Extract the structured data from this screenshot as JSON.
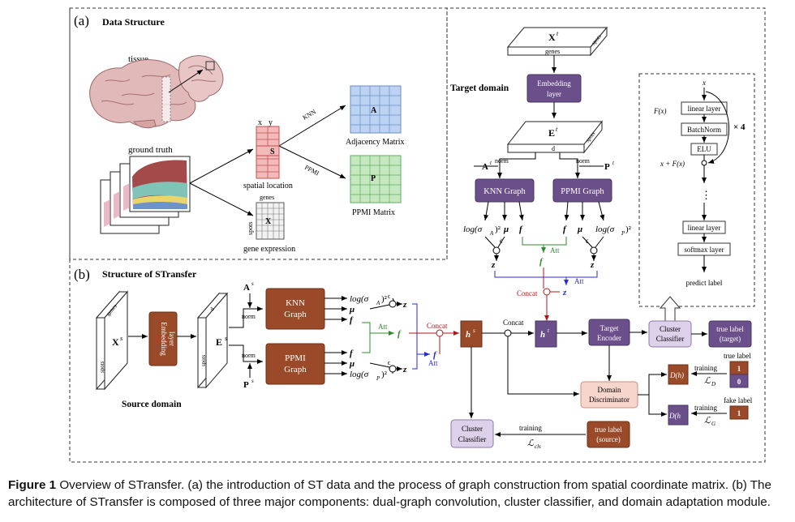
{
  "panel_a": {
    "tag": "(a)",
    "title": "Data Structure",
    "tissue_label": "tissue",
    "ground_truth_label": "ground truth",
    "spatial_cols": [
      "x",
      "y"
    ],
    "spatial_center": "S",
    "spatial_caption": "spatial location",
    "genes_label": "genes",
    "spots_label": "spots",
    "expr_center": "X",
    "expr_caption": "gene expression",
    "knn_label": "KNN",
    "ppmi_label": "PPMI",
    "adj_center": "A",
    "adj_caption": "Adjacency Matrix",
    "ppmi_center": "P",
    "ppmi_caption": "PPMI Matrix"
  },
  "target": {
    "title": "Target domain",
    "xt": "X",
    "xt_sup": "t",
    "spots": "spots",
    "genes": "genes",
    "embedding": [
      "Embedding",
      "layer"
    ],
    "et": "E",
    "et_sup": "t",
    "d": "d",
    "norm": "norm",
    "at": "A",
    "pt": "P",
    "knn_graph": "KNN Graph",
    "ppmi_graph": "PPMI Graph",
    "log_a": "log(σ",
    "mu_a": "μ",
    "f_a": "f",
    "log_p": "log(σ",
    "mu_p": "μ",
    "f_p": "f",
    "eps": "ϵ",
    "za": "z",
    "zp": "z",
    "att": "Att",
    "ft": "f",
    "concat": "Concat",
    "zt": "z"
  },
  "mlp": {
    "x": "x",
    "fx": "F(x)",
    "layer1": "linear layer",
    "batchnorm": "BatchNorm",
    "elu": "ELU",
    "times": "× 4",
    "sum": "x + F(x)",
    "dots": "⋮",
    "layer2": "linear layer",
    "softmax": "softmax layer",
    "predict": "predict label"
  },
  "panel_b": {
    "tag": "(b)",
    "title": "Structure of STransfer",
    "xs": "X",
    "xs_sup": "s",
    "genes": "genes",
    "spots": "spots",
    "embedding": [
      "Embedding",
      "layer"
    ],
    "es": "E",
    "d": "d",
    "as": "A",
    "ps": "P",
    "norm": "norm",
    "knn": [
      "KNN",
      "Graph"
    ],
    "ppmi": [
      "PPMI",
      "Graph"
    ],
    "att": "Att",
    "fs": "f",
    "concat": "Concat",
    "hs": "h",
    "ht": "h",
    "target_encoder": [
      "Target",
      "Encoder"
    ],
    "cluster_classifier": [
      "Cluster",
      "Classifier"
    ],
    "true_label_target": [
      "true label",
      "(target)"
    ],
    "domain_disc": [
      "Domain",
      "Discriminator"
    ],
    "dh": "D(h)",
    "dht": "D(h",
    "training": "training",
    "ld": "ℒ",
    "lg": "ℒ",
    "true_label": "true label",
    "fake_label": "fake label",
    "one": "1",
    "zero": "0",
    "cluster_classifier_bottom": [
      "Cluster",
      "Classifier"
    ],
    "true_label_source": [
      "true label",
      "(source)"
    ],
    "lcls": "ℒ",
    "source_domain": "Source domain"
  },
  "caption": {
    "label": "Figure 1",
    "text": "Overview of STransfer. (a) the introduction of ST data and the process of graph construction from spatial coordinate matrix. (b) The architecture of STransfer is composed of three major components: dual-graph convolution, cluster classifier, and domain adaptation module."
  },
  "colors": {
    "purple": "#6b4f8a",
    "brown": "#9a4a28",
    "lavender": "#ddd0ea",
    "pink": "#f6d6cc",
    "green": "#2e8b2e",
    "blue": "#2a2ad0",
    "red": "#b01818",
    "spatial_pink": "#f4b9b9",
    "adj_blue": "#bcd3f2",
    "ppmi_green": "#c6e8c0"
  }
}
